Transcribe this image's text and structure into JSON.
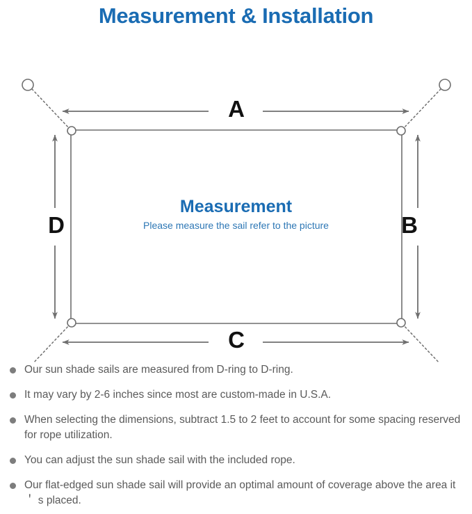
{
  "title": "Measurement & Installation",
  "colors": {
    "title_blue": "#1a6cb3",
    "subtitle_blue": "#2d77b5",
    "diagram_stroke": "#6f6f6f",
    "letter_black": "#111111",
    "note_text": "#5a5a5a",
    "bullet_gray": "#7d7d7d",
    "sail_fill": "#ffffff"
  },
  "diagram": {
    "center_title": "Measurement",
    "center_subtitle": "Please measure the sail refer to the picture",
    "dimension_labels": {
      "top": "A",
      "right": "B",
      "bottom": "C",
      "left": "D"
    },
    "icon_names": [
      "anchor-ring-top-left",
      "anchor-ring-top-right",
      "anchor-ring-bottom-left",
      "anchor-ring-bottom-right",
      "d-ring-top-left",
      "d-ring-top-right",
      "d-ring-bottom-left",
      "d-ring-bottom-right",
      "dimension-arrow-a",
      "dimension-arrow-b",
      "dimension-arrow-c",
      "dimension-arrow-d",
      "rope-dotted-line-top-left",
      "rope-dotted-line-top-right",
      "rope-dotted-line-bottom-left",
      "rope-dotted-line-bottom-right",
      "sail-rectangle"
    ]
  },
  "notes": [
    "Our sun shade sails are measured from D-ring to D-ring.",
    "It may vary by 2-6 inches since most are custom-made in U.S.A.",
    "When selecting the dimensions, subtract 1.5 to 2 feet to account for some spacing reserved for rope utilization.",
    "You can adjust the sun shade sail with the included rope.",
    "Our flat-edged sun shade sail will provide an optimal amount of coverage above the area it＇ s placed."
  ]
}
